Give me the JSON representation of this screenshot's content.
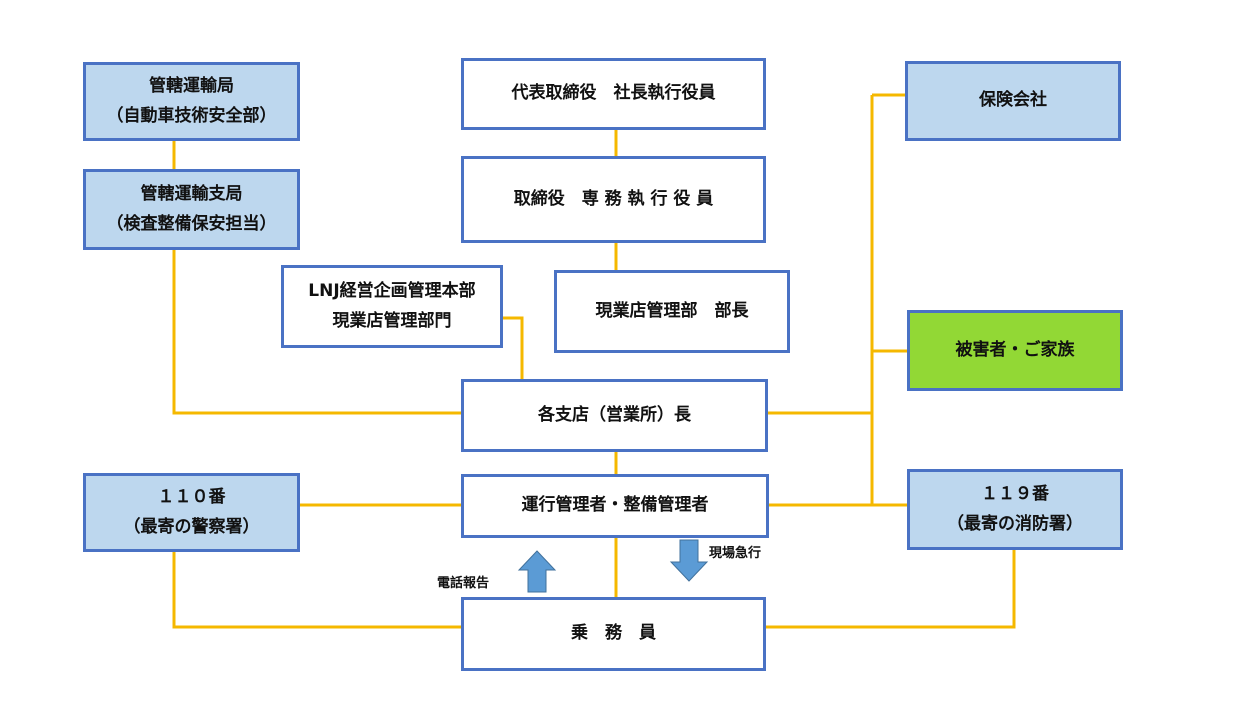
{
  "nodes": {
    "president": {
      "line1": "代表取締役　社長執行役員"
    },
    "director": {
      "line1": "取締役　専 務 執 行 役 員"
    },
    "dept_head": {
      "line1": "現業店管理部　部長"
    },
    "hq_division": {
      "line1": "LNJ経営企画管理本部",
      "line2": "現業店管理部門"
    },
    "branch_manager": {
      "line1": "各支店（営業所）長"
    },
    "operations_manager": {
      "line1": "運行管理者・整備管理者"
    },
    "crew": {
      "line1": "乗　務　員"
    },
    "transport_bureau": {
      "line1": "管轄運輸局",
      "line2": "（自動車技術安全部）"
    },
    "transport_branch": {
      "line1": "管轄運輸支局",
      "line2": "（検査整備保安担当）"
    },
    "police": {
      "line1": "１１０番",
      "line2": "（最寄の警察署）"
    },
    "insurance": {
      "line1": "保険会社"
    },
    "victims": {
      "line1": "被害者・ご家族"
    },
    "fire": {
      "line1": "１１９番",
      "line2": "（最寄の消防署）"
    }
  },
  "labels": {
    "phone_report": "電話報告",
    "rush_to_scene": "現場急行"
  },
  "colors": {
    "connector": "#f5b800",
    "box_border": "#4a72c4",
    "blue_fill": "#bdd7ee",
    "green_fill": "#92d835",
    "arrow_fill": "#5b9bd5"
  }
}
